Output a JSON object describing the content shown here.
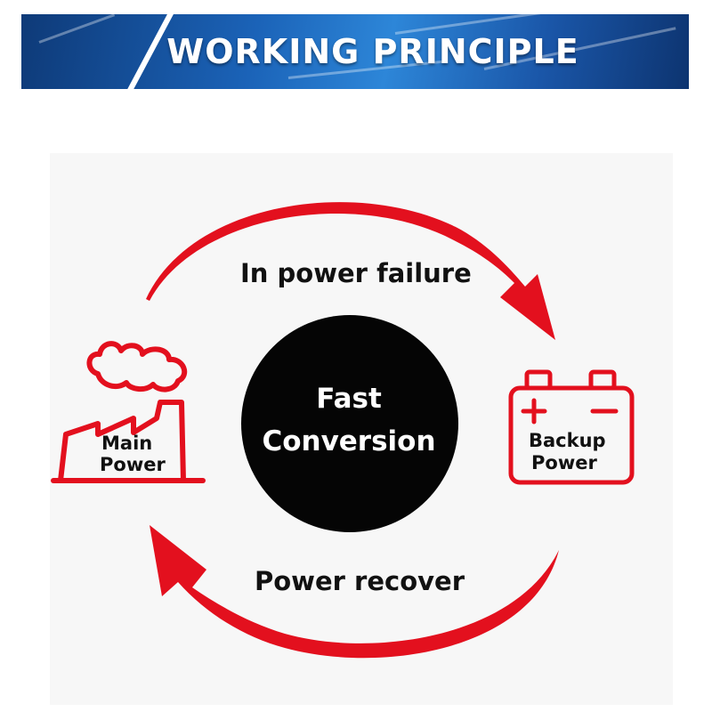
{
  "banner": {
    "title": "WORKING PRINCIPLE",
    "colors": {
      "dark": "#0e3a78",
      "light": "#2d86d8"
    }
  },
  "diagram": {
    "top_arrow_label": "In power failure",
    "bottom_arrow_label": "Power recover",
    "center": {
      "line1": "Fast",
      "line2": "Conversion"
    },
    "left_node": {
      "line1": "Main",
      "line2": "Power",
      "icon": "factory-icon"
    },
    "right_node": {
      "line1": "Backup",
      "line2": "Power",
      "icon": "battery-icon"
    },
    "colors": {
      "arrow": "#e3101e",
      "circle": "#050505"
    }
  }
}
